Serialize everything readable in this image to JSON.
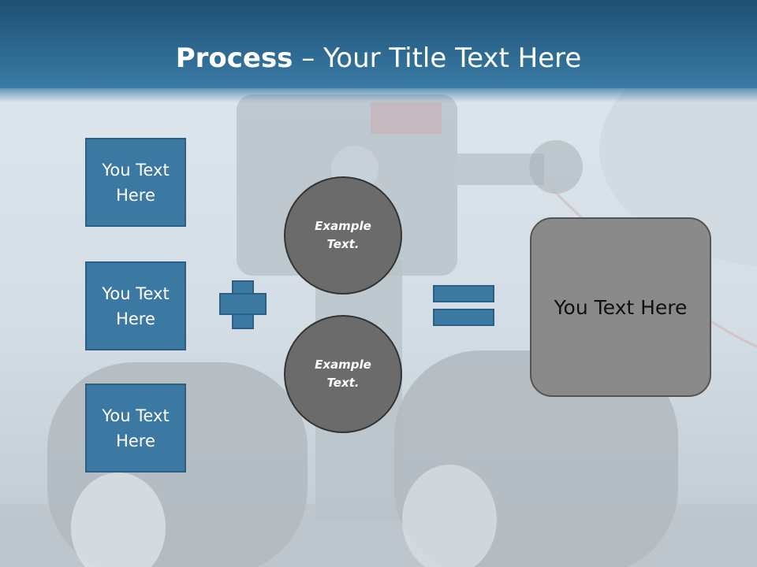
{
  "slide": {
    "title_bold": "Process",
    "title_rest": " – Your Title Text Here",
    "boxes": [
      "You Text Here",
      "You Text Here",
      "You Text Here"
    ],
    "circles": [
      "Example Text.",
      "Example Text."
    ],
    "result": "You Text Here"
  },
  "colors": {
    "header": "#2e6a92",
    "accent": "#3b79a3",
    "circle": "#6b6b6b",
    "result": "#8a8a8a"
  },
  "icons": {
    "plus": "plus-icon",
    "equals": "equals-icon"
  }
}
